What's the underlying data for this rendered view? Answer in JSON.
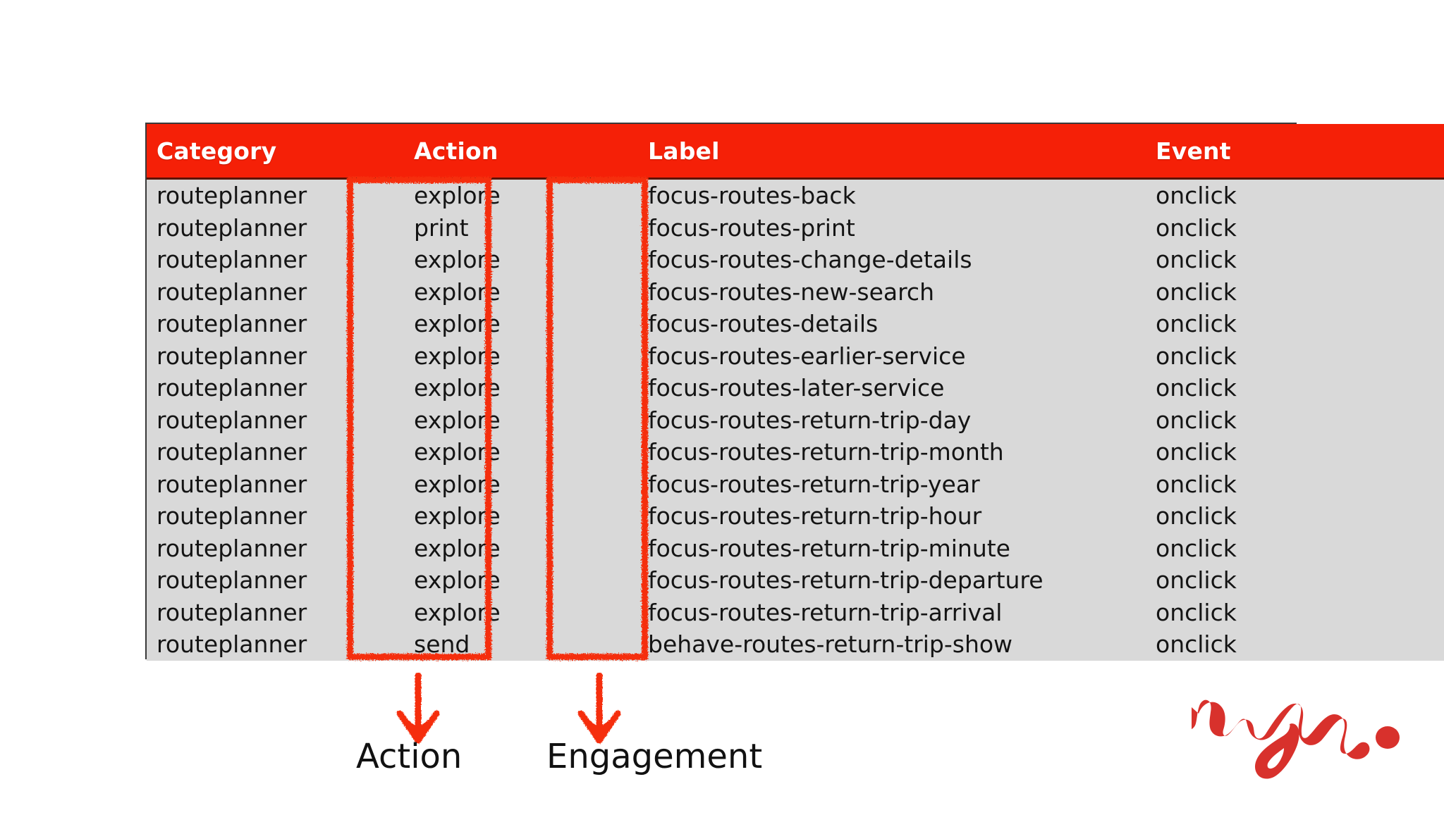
{
  "table": {
    "columns": [
      {
        "key": "category",
        "label": "Category"
      },
      {
        "key": "action",
        "label": "Action"
      },
      {
        "key": "label",
        "label": "Label"
      },
      {
        "key": "event",
        "label": "Event"
      }
    ],
    "header_bg": "#f52007",
    "header_text_color": "#ffffff",
    "body_bg": "#d9d9d9",
    "rows": [
      {
        "category": "routeplanner",
        "action": "explore",
        "label": "focus-routes-back",
        "event": "onclick"
      },
      {
        "category": "routeplanner",
        "action": "print",
        "label": "focus-routes-print",
        "event": "onclick"
      },
      {
        "category": "routeplanner",
        "action": "explore",
        "label": "focus-routes-change-details",
        "event": "onclick"
      },
      {
        "category": "routeplanner",
        "action": "explore",
        "label": "focus-routes-new-search",
        "event": "onclick"
      },
      {
        "category": "routeplanner",
        "action": "explore",
        "label": "focus-routes-details",
        "event": "onclick"
      },
      {
        "category": "routeplanner",
        "action": "explore",
        "label": "focus-routes-earlier-service",
        "event": "onclick"
      },
      {
        "category": "routeplanner",
        "action": "explore",
        "label": "focus-routes-later-service",
        "event": "onclick"
      },
      {
        "category": "routeplanner",
        "action": "explore",
        "label": "focus-routes-return-trip-day",
        "event": "onclick"
      },
      {
        "category": "routeplanner",
        "action": "explore",
        "label": "focus-routes-return-trip-month",
        "event": "onclick"
      },
      {
        "category": "routeplanner",
        "action": "explore",
        "label": "focus-routes-return-trip-year",
        "event": "onclick"
      },
      {
        "category": "routeplanner",
        "action": "explore",
        "label": "focus-routes-return-trip-hour",
        "event": "onclick"
      },
      {
        "category": "routeplanner",
        "action": "explore",
        "label": "focus-routes-return-trip-minute",
        "event": "onclick"
      },
      {
        "category": "routeplanner",
        "action": "explore",
        "label": "focus-routes-return-trip-departure",
        "event": "onclick"
      },
      {
        "category": "routeplanner",
        "action": "explore",
        "label": "focus-routes-return-trip-arrival",
        "event": "onclick"
      },
      {
        "category": "routeplanner",
        "action": "send",
        "label": "behave-routes-return-trip-show",
        "event": "onclick"
      }
    ]
  },
  "annotations": {
    "highlight_color": "#f52d10",
    "action": {
      "caption": "Action",
      "arrow_icon": "down-arrow-icon"
    },
    "label": {
      "caption": "Engagement",
      "arrow_icon": "down-arrow-icon"
    }
  },
  "branding": {
    "logo_name": "wyz-brush-script-logo",
    "logo_color": "#d8312c"
  }
}
